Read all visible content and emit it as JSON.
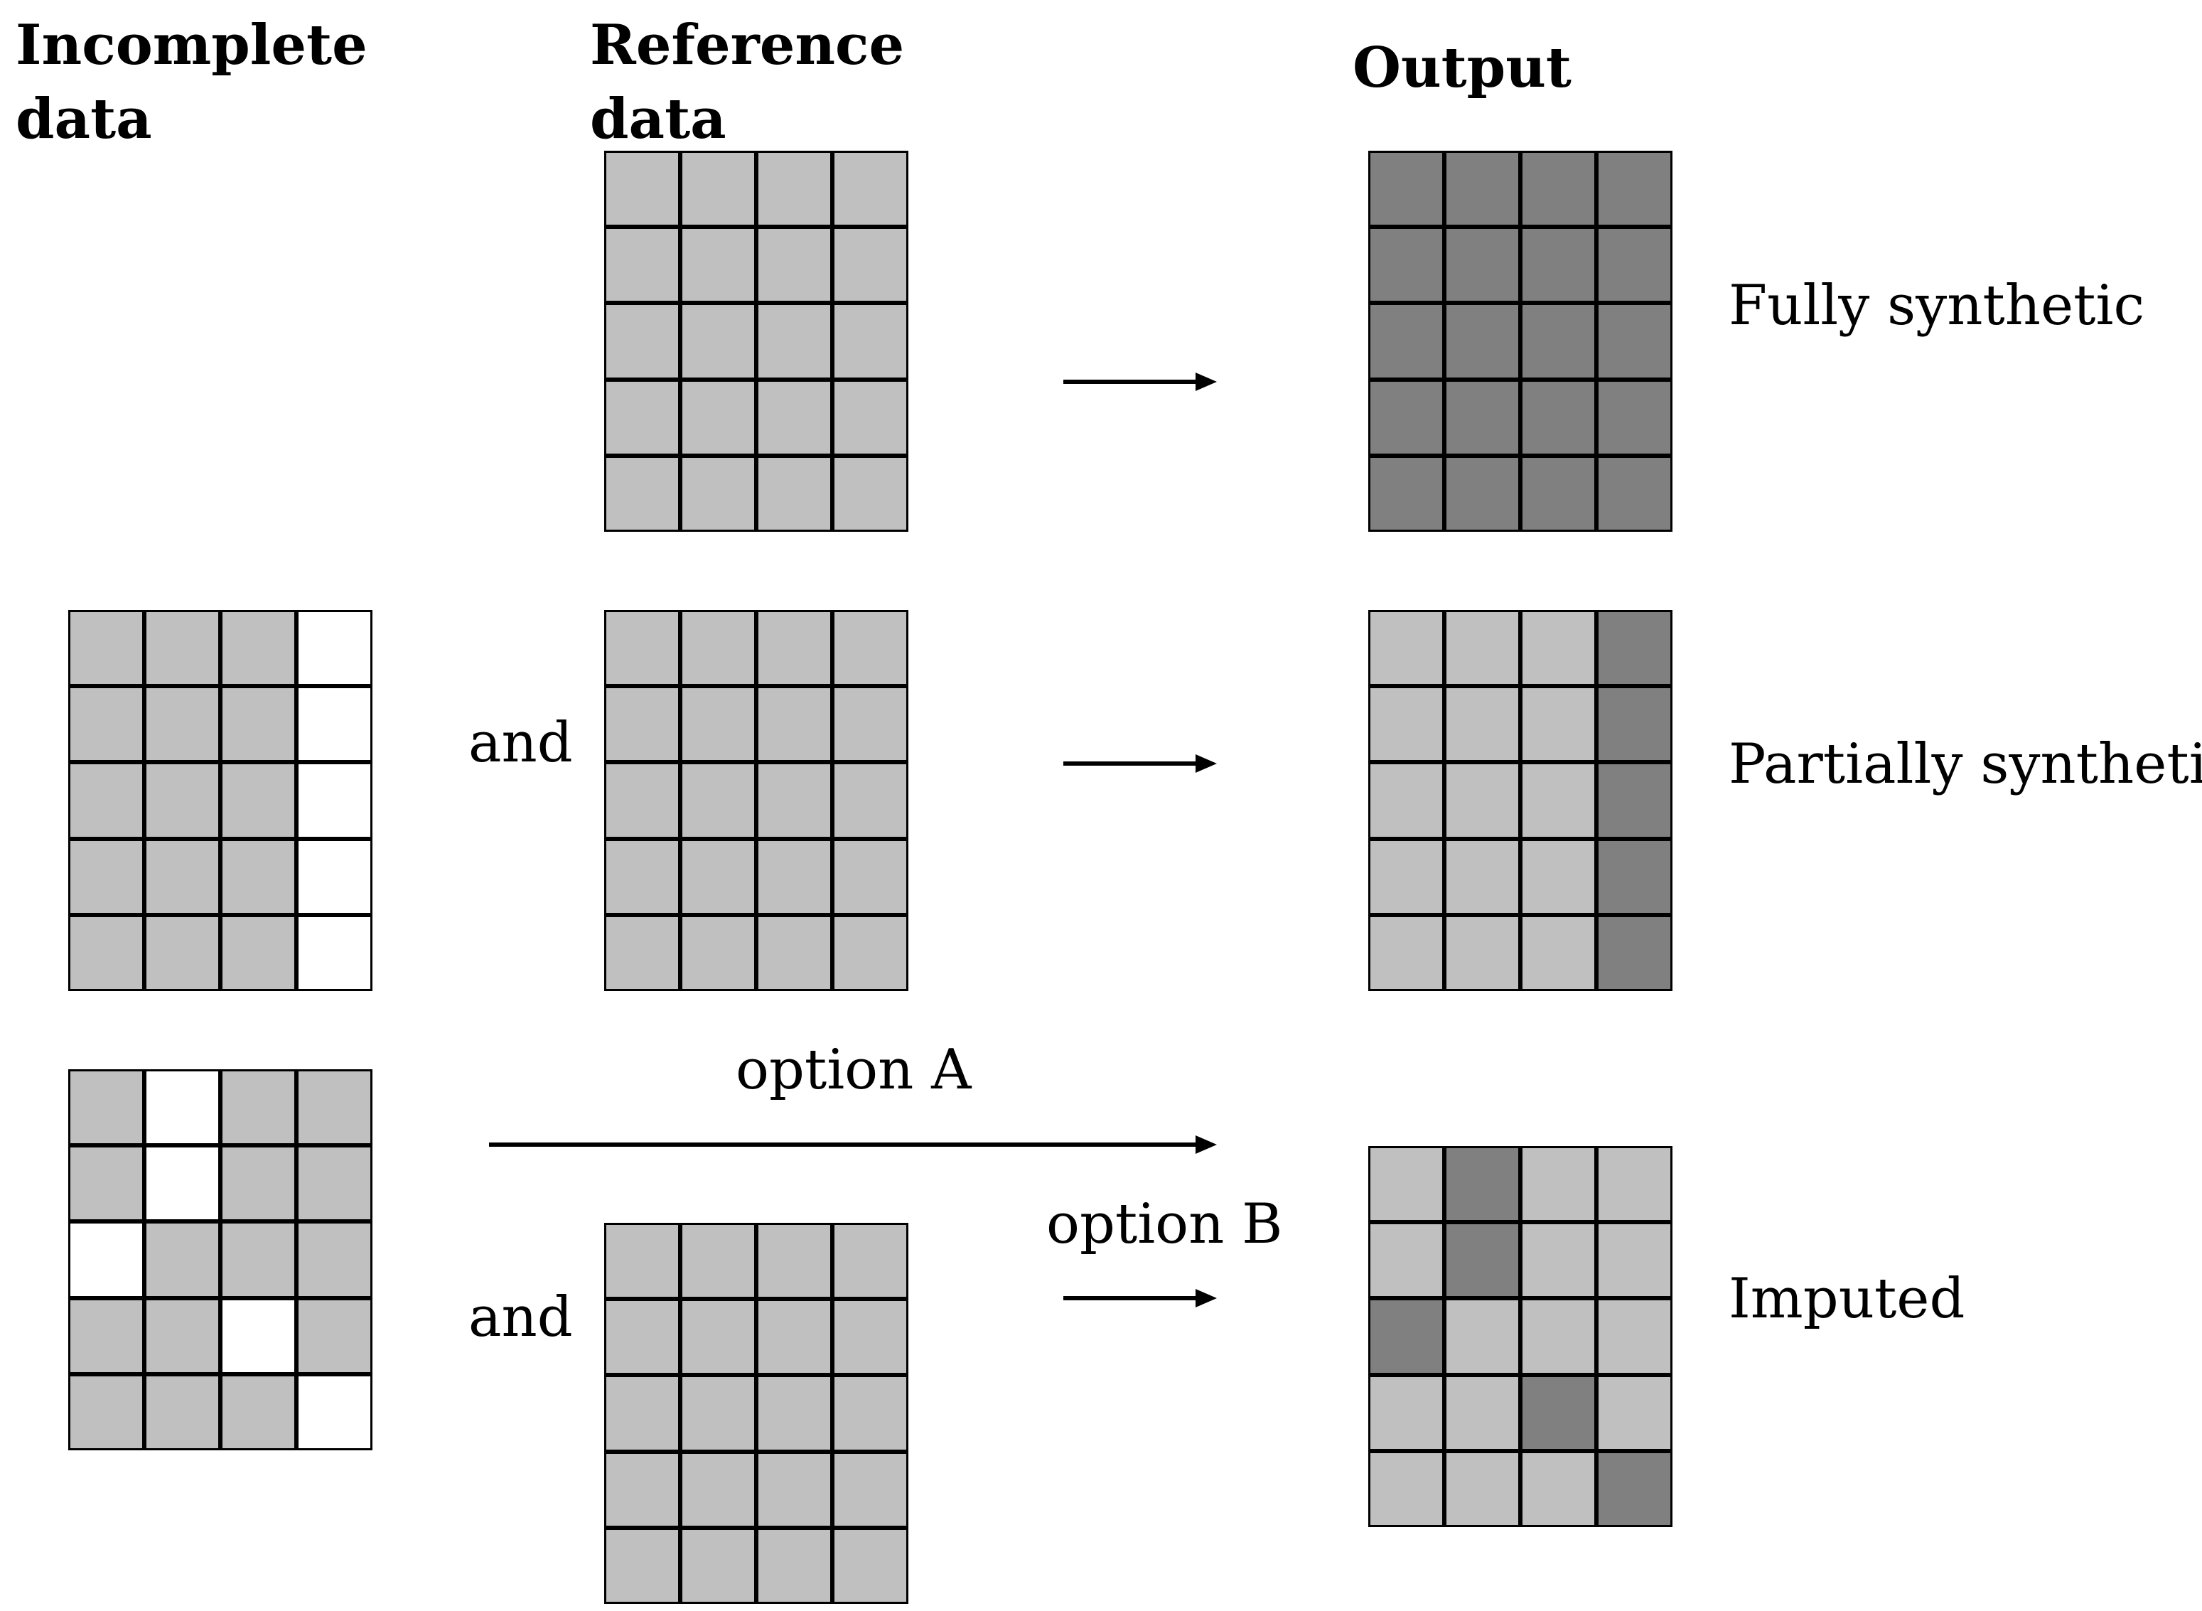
{
  "headers": {
    "incomplete": [
      "Incomplete",
      "data"
    ],
    "reference": [
      "Reference",
      "data"
    ],
    "output": "Output"
  },
  "rows": {
    "fully": {
      "label": "Fully synthetic"
    },
    "partially": {
      "label": "Partially synthetic",
      "and_label": "and"
    },
    "imputed": {
      "label": "Imputed",
      "and_label": "and",
      "option_a": "option A",
      "option_b": "option B"
    }
  },
  "legend": {
    "observed_color": "#c0c0c0",
    "missing_color": "#ffffff",
    "synthetic_color": "#808080"
  },
  "matrices": {
    "fully_reference": [
      "oooo",
      "oooo",
      "oooo",
      "oooo",
      "oooo"
    ],
    "fully_output": [
      "ssss",
      "ssss",
      "ssss",
      "ssss",
      "ssss"
    ],
    "partial_incomplete": [
      "ooom",
      "ooom",
      "ooom",
      "ooom",
      "ooom"
    ],
    "partial_reference": [
      "oooo",
      "oooo",
      "oooo",
      "oooo",
      "oooo"
    ],
    "partial_output": [
      "ooos",
      "ooos",
      "ooos",
      "ooos",
      "ooos"
    ],
    "imputed_incomplete": [
      "omoo",
      "omoo",
      "mooo",
      "oomo",
      "ooom"
    ],
    "imputed_reference": [
      "oooo",
      "oooo",
      "oooo",
      "oooo",
      "oooo"
    ],
    "imputed_output": [
      "osoo",
      "osoo",
      "sooo",
      "ooso",
      "ooos"
    ]
  }
}
